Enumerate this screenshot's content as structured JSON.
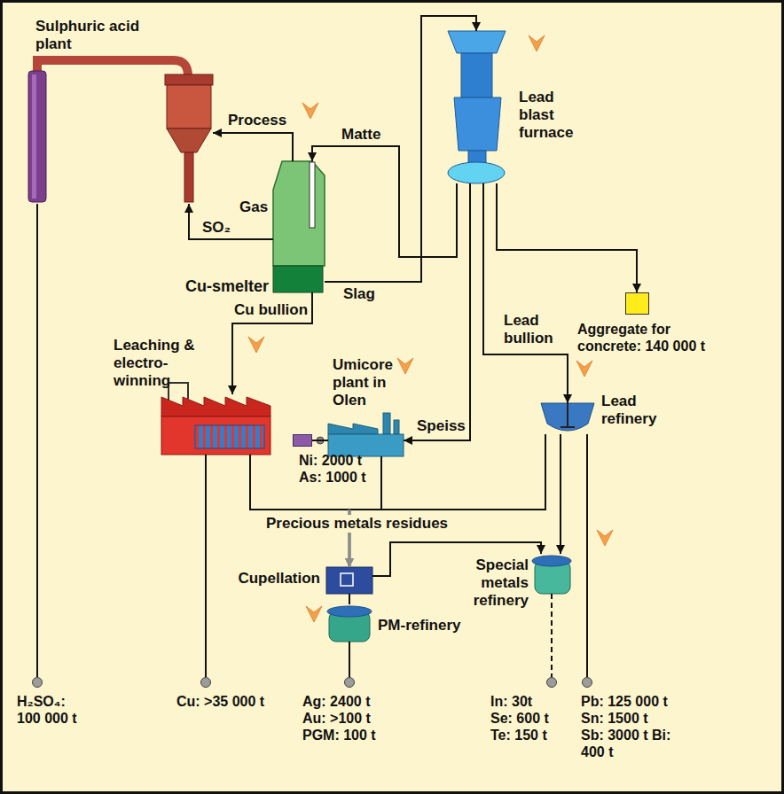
{
  "diagram": {
    "nodes": [
      {
        "text": [
          "Sulphuric acid plant"
        ]
      },
      {
        "text": [
          "Cu-smelter"
        ]
      },
      {
        "text": [
          "Lead blast furnace"
        ]
      },
      {
        "text": [
          "Aggregate for concrete: 140 000 t"
        ]
      },
      {
        "text": [
          "Leaching & electro-winning"
        ]
      },
      {
        "text": [
          "Umicore plant in Olen"
        ]
      },
      {
        "text": [
          "Ni: 2000 t As: 1000 t"
        ]
      },
      {
        "text": [
          "Lead refinery"
        ]
      },
      {
        "text": [
          "Cupellation"
        ]
      },
      {
        "text": [
          "PM-refinery"
        ]
      },
      {
        "text": [
          "Special metals refinery"
        ]
      },
      {
        "text": [
          "H₂SO₄: 100 000 t"
        ]
      },
      {
        "text": [
          "Cu: >35 000 t"
        ]
      },
      {
        "text": [
          "Ag: 2400 t Au: >100 t PGM: 100 t"
        ]
      },
      {
        "text": [
          "In: 30t Se: 600 t Te: 150 t"
        ]
      },
      {
        "text": [
          "Pb: 125 000 t Sn: 1500 t Sb: 3000 t Bi: 400 t"
        ]
      }
    ],
    "edges": [
      {
        "from": 1,
        "to": 0,
        "label": "Process",
        "arrow": "to"
      },
      {
        "from": 1,
        "to": 0,
        "label": "SO₂",
        "arrow": "to"
      },
      {
        "from": 2,
        "to": 1,
        "label": "Matte",
        "arrow": "to"
      },
      {
        "from": 1,
        "to": 2,
        "label": "Slag",
        "arrow": "to"
      },
      {
        "from": 2,
        "to": 3,
        "arrow": "to"
      },
      {
        "from": 1,
        "to": 4,
        "label": "Cu bullion",
        "arrow": "to"
      },
      {
        "from": 2,
        "to": 5,
        "label": "Speiss",
        "arrow": "to"
      },
      {
        "from": 2,
        "to": 7,
        "label": "Lead bullion",
        "arrow": "to"
      },
      {
        "from": 5,
        "to": 6,
        "arrow": "none"
      },
      {
        "from": 4,
        "to": 8,
        "arrow": "to"
      },
      {
        "from": 5,
        "to": 8,
        "arrow": "to"
      },
      {
        "from": 7,
        "to": 8,
        "arrow": "to"
      },
      {
        "from": 8,
        "to": 9,
        "arrow": "none"
      },
      {
        "from": 8,
        "to": 10,
        "arrow": "to"
      },
      {
        "from": 7,
        "to": 10,
        "arrow": "to"
      },
      {
        "from": 0,
        "to": 11,
        "arrow": "none"
      },
      {
        "from": 4,
        "to": 12,
        "arrow": "none"
      },
      {
        "from": 9,
        "to": 13,
        "arrow": "none"
      },
      {
        "from": 10,
        "to": 14,
        "arrow": "none"
      },
      {
        "from": 7,
        "to": 15,
        "arrow": "none"
      }
    ],
    "labels": [
      "Gas",
      "Precious metals residues"
    ]
  }
}
